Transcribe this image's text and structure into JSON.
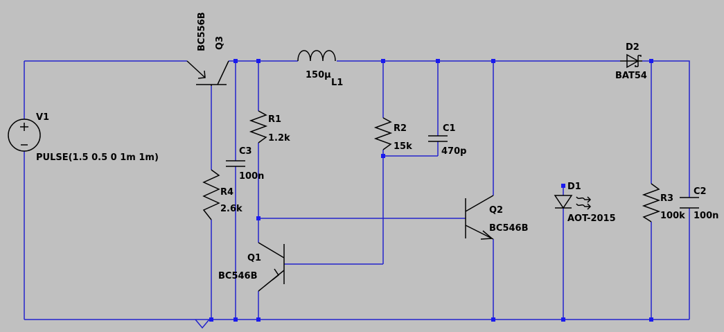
{
  "colors": {
    "background": "#c0c0c0",
    "wire": "#2222cc",
    "component": "#000000",
    "junction": "#1a1aee"
  },
  "v1": {
    "name": "V1",
    "value": "PULSE(1.5 0.5 0 1m 1m)"
  },
  "q3": {
    "name": "Q3",
    "model": "BC556B"
  },
  "l1": {
    "name": "L1",
    "value": "150µ"
  },
  "r1": {
    "name": "R1",
    "value": "1.2k"
  },
  "r2": {
    "name": "R2",
    "value": "15k"
  },
  "r3": {
    "name": "R3",
    "value": "100k"
  },
  "r4": {
    "name": "R4",
    "value": "2.6k"
  },
  "c1": {
    "name": "C1",
    "value": "470p"
  },
  "c2": {
    "name": "C2",
    "value": "100n"
  },
  "c3": {
    "name": "C3",
    "value": "100n"
  },
  "q1": {
    "name": "Q1",
    "model": "BC546B"
  },
  "q2": {
    "name": "Q2",
    "model": "BC546B"
  },
  "d1": {
    "name": "D1",
    "model": "AOT-2015"
  },
  "d2": {
    "name": "D2",
    "model": "BAT54"
  }
}
